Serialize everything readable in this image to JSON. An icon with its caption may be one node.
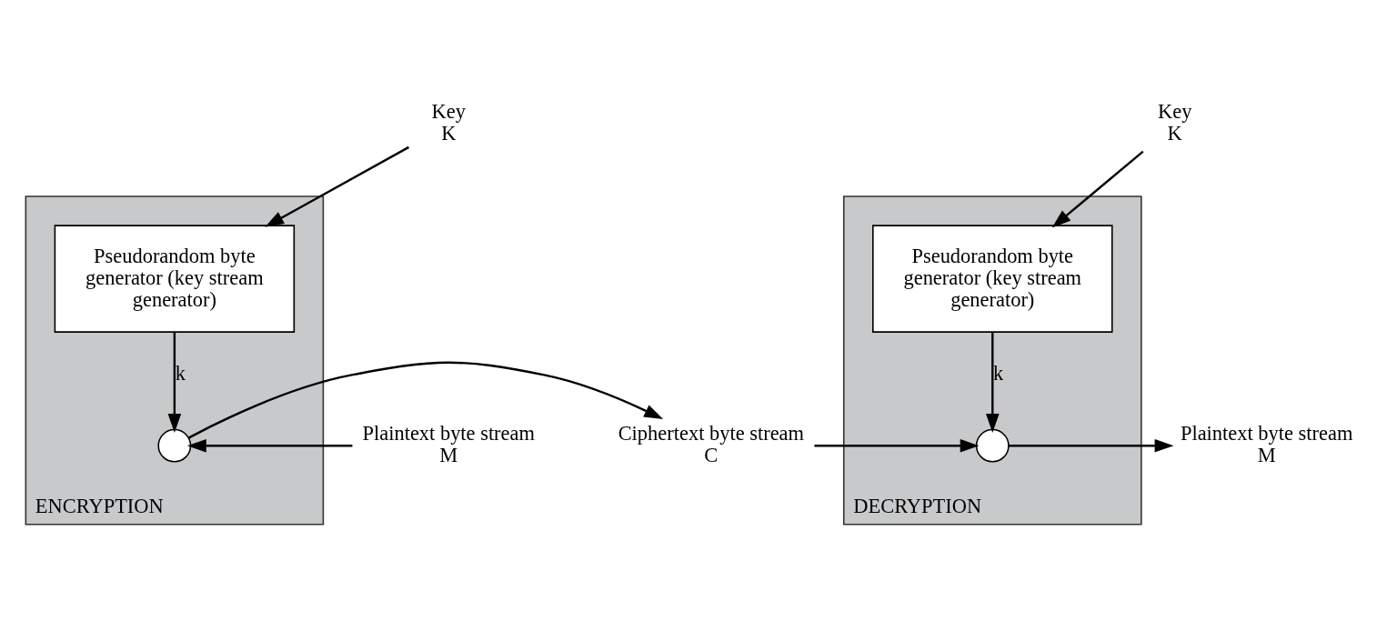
{
  "diagram": {
    "nodes": [
      {
        "text": [
          "ENCRYPTION"
        ]
      },
      {
        "text": [
          "Key",
          "K"
        ]
      },
      {
        "text": [
          "Pseudorandom byte generator (key stream generator)"
        ],
        "in": 0
      },
      {
        "text": [],
        "shape": "circle",
        "in": 0
      },
      {
        "text": [
          "Plaintext byte stream",
          "M"
        ]
      },
      {
        "text": [
          "Ciphertext byte stream",
          "C"
        ]
      },
      {
        "text": [
          "DECRYPTION"
        ]
      },
      {
        "text": [
          "Key",
          "K"
        ]
      },
      {
        "text": [
          "Pseudorandom byte generator (key stream generator)"
        ],
        "in": 6
      },
      {
        "text": [],
        "shape": "circle",
        "in": 6
      },
      {
        "text": [
          "Plaintext byte stream",
          "M"
        ]
      }
    ],
    "edges": [
      {
        "from": 1,
        "to": 2,
        "arrow": "to"
      },
      {
        "from": 2,
        "to": 3,
        "arrow": "to",
        "label": "k"
      },
      {
        "from": 4,
        "to": 3,
        "arrow": "to"
      },
      {
        "from": 3,
        "to": 5,
        "arrow": "to"
      },
      {
        "from": 5,
        "to": 9,
        "arrow": "to"
      },
      {
        "from": 7,
        "to": 8,
        "arrow": "to"
      },
      {
        "from": 8,
        "to": 9,
        "arrow": "to",
        "label": "k"
      },
      {
        "from": 9,
        "to": 10,
        "arrow": "to"
      }
    ]
  }
}
